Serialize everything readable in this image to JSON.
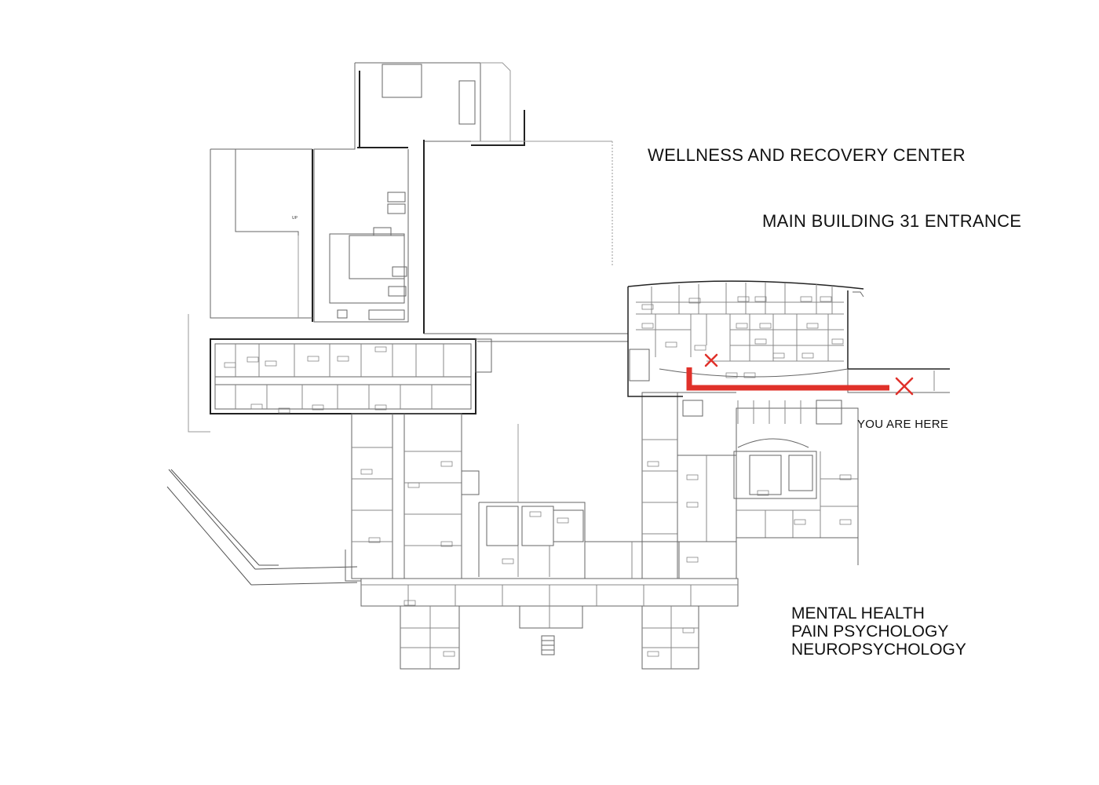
{
  "map": {
    "title": "WELLNESS AND RECOVERY CENTER",
    "subtitle": "MAIN BUILDING 31 ENTRANCE",
    "you_are_here": "YOU ARE HERE",
    "stair_label": "UP",
    "departments": [
      "MENTAL HEALTH",
      "PAIN PSYCHOLOGY",
      "NEUROPSYCHOLOGY"
    ],
    "route_color": "#e0312a",
    "line_color": "#555555"
  }
}
